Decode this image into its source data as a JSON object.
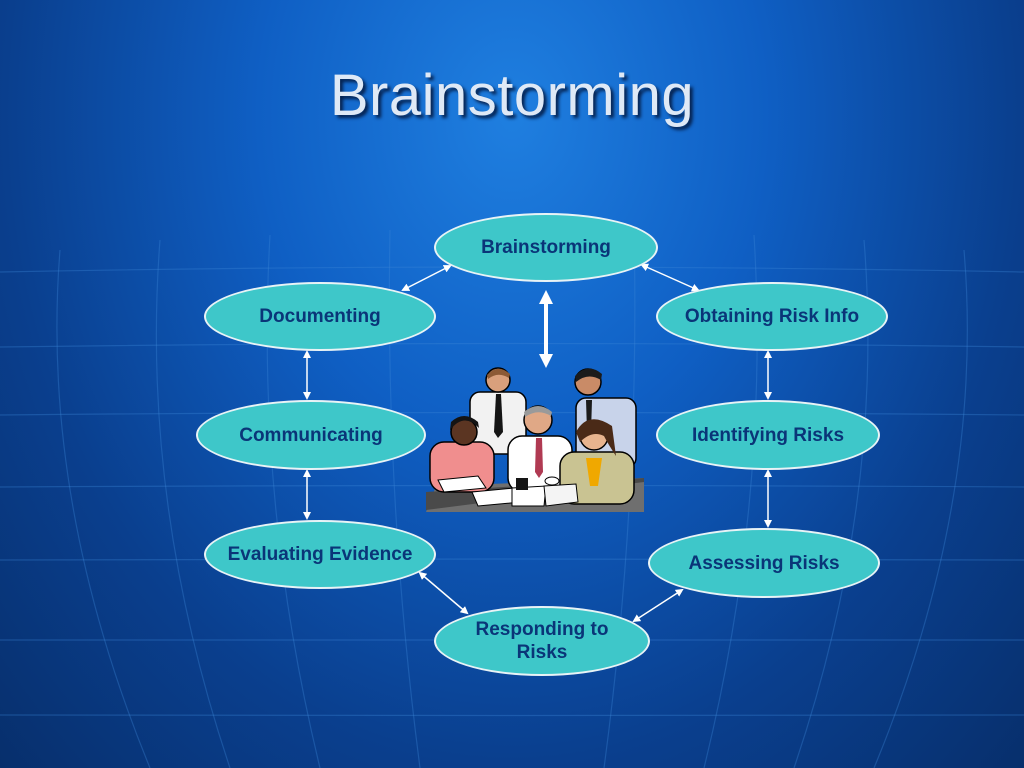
{
  "slide": {
    "title": "Brainstorming"
  },
  "diagram": {
    "nodes": {
      "brainstorming": "Brainstorming",
      "documenting": "Documenting",
      "obtaining_risk_info": "Obtaining Risk Info",
      "communicating": "Communicating",
      "identifying_risks": "Identifying Risks",
      "evaluating_evidence": "Evaluating Evidence",
      "assessing_risks": "Assessing Risks",
      "responding_to_risks": "Responding to Risks"
    },
    "clipart": "people-meeting-illustration"
  },
  "colors": {
    "node_fill": "#3ec7c9",
    "node_text": "#0a3578",
    "background": "#0f5fc4",
    "arrow": "#ffffff"
  }
}
